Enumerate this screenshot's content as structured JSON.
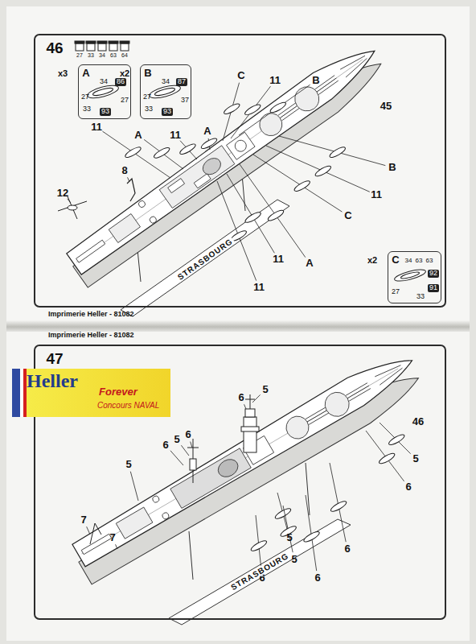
{
  "diagram": {
    "nodes": [
      {
        "text": [
          "46"
        ]
      },
      {
        "text": [
          "x3",
          "A",
          "34",
          "86",
          "27",
          "27",
          "33",
          "93"
        ],
        "in": 0
      },
      {
        "text": [
          "x2",
          "B",
          "34",
          "87",
          "27",
          "37",
          "33",
          "93"
        ],
        "in": 0
      },
      {
        "text": [
          "x2",
          "C",
          "34",
          "63",
          "63",
          "92",
          "91",
          "27",
          "33"
        ],
        "in": 0
      },
      {
        "text": [
          "47"
        ]
      },
      {
        "text": [
          "Heller",
          "Forever",
          "Concours NAVAL"
        ]
      }
    ],
    "labels": [
      "27",
      "33",
      "34",
      "63",
      "64",
      "C",
      "11",
      "B",
      "11",
      "A",
      "11",
      "A",
      "8",
      "12",
      "45",
      "B",
      "11",
      "C",
      "A",
      "11",
      "11",
      "STRASBOURG",
      "Imprimerie Heller - 81082",
      "Imprimerie Heller - 81082",
      "6",
      "5",
      "46",
      "6",
      "5",
      "6",
      "5",
      "5",
      "6",
      "7",
      "7",
      "5",
      "6",
      "5",
      "6",
      "6",
      "STRASBOURG"
    ]
  }
}
